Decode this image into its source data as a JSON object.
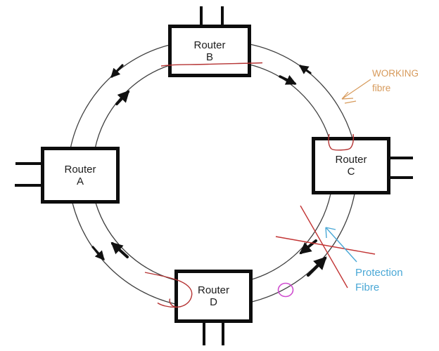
{
  "diagram": {
    "routers": [
      {
        "id": "a",
        "line1": "Router",
        "line2": "A"
      },
      {
        "id": "b",
        "line1": "Router",
        "line2": "B"
      },
      {
        "id": "c",
        "line1": "Router",
        "line2": "C"
      },
      {
        "id": "d",
        "line1": "Router",
        "line2": "D"
      }
    ],
    "labels": {
      "working_fibre": {
        "line1": "WORKING",
        "line2": "fibre"
      },
      "protection_fibre": {
        "line1": "Protection",
        "line2": "Fibre"
      }
    },
    "ring": {
      "outer_fibre_direction": "counterclockwise",
      "inner_fibre_direction": "clockwise"
    },
    "colors": {
      "box_border": "#0d0d0d",
      "fibre_line": "#3f3f3f",
      "arrow_black": "#111111",
      "pen_red": "#b53333",
      "cut_red": "#c23434",
      "highlight_magenta": "#cf4ccf",
      "working_orange": "#d79a5b",
      "protection_blue": "#4aa8d6"
    }
  }
}
